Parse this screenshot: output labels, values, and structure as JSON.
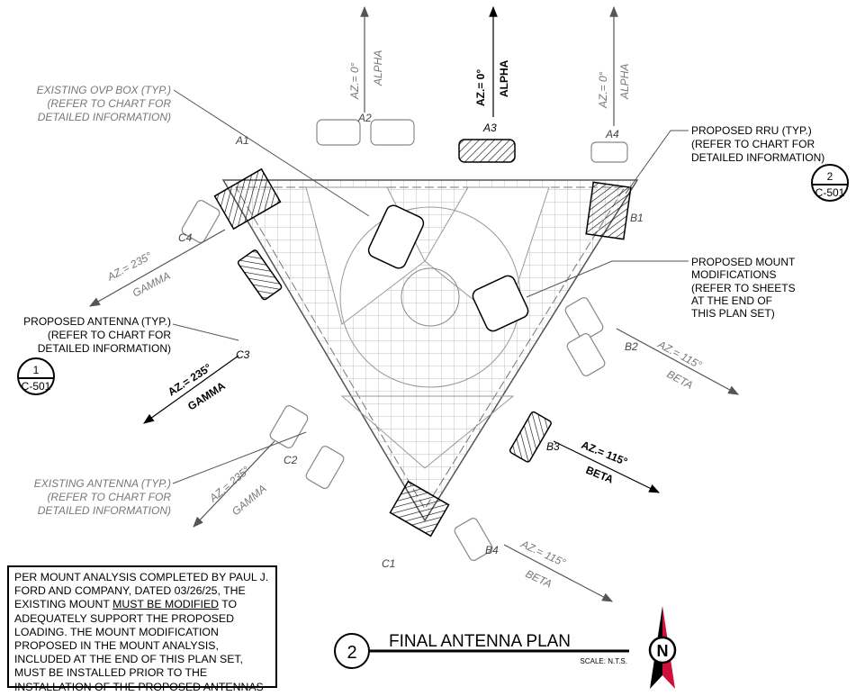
{
  "title": {
    "number": "2",
    "text": "FINAL ANTENNA PLAN",
    "scale": "SCALE: N.T.S."
  },
  "north": {
    "letter": "N",
    "colors": {
      "red": "#d0103a",
      "black": "#000000"
    }
  },
  "callouts": {
    "ovp": [
      "EXISTING OVP BOX (TYP.)",
      "(REFER TO CHART FOR",
      "DETAILED INFORMATION)"
    ],
    "rru": [
      "PROPOSED RRU (TYP.)",
      "(REFER TO CHART FOR",
      "DETAILED INFORMATION)"
    ],
    "mount": [
      "PROPOSED MOUNT",
      "MODIFICATIONS",
      "(REFER TO SHEETS",
      "AT THE END OF",
      "THIS PLAN SET)"
    ],
    "antenna": [
      "PROPOSED ANTENNA (TYP.)",
      "(REFER TO CHART FOR",
      "DETAILED INFORMATION)"
    ],
    "existing_antenna": [
      "EXISTING ANTENNA (TYP.)",
      "(REFER TO CHART FOR",
      "DETAILED INFORMATION)"
    ]
  },
  "detail_refs": [
    {
      "num": "2",
      "sheet": "C-501"
    },
    {
      "num": "1",
      "sheet": "C-501"
    }
  ],
  "positions": [
    "A1",
    "A2",
    "A3",
    "A4",
    "B1",
    "B2",
    "B3",
    "B4",
    "C1",
    "C2",
    "C3",
    "C4"
  ],
  "sectors": {
    "alpha": {
      "az": "AZ.= 0°",
      "name": "ALPHA"
    },
    "beta": {
      "az": "AZ.= 115°",
      "name": "BETA"
    },
    "gamma": {
      "az": "AZ.= 235°",
      "name": "GAMMA"
    }
  },
  "note": {
    "before": "PER MOUNT ANALYSIS COMPLETED BY PAUL J. FORD AND COMPANY, DATED 03/26/25, THE EXISTING MOUNT ",
    "underlined": "MUST BE MODIFIED",
    "after": " TO ADEQUATELY SUPPORT THE PROPOSED LOADING. THE MOUNT MODIFICATION PROPOSED IN THE MOUNT ANALYSIS, INCLUDED AT THE END OF THIS PLAN SET, MUST BE INSTALLED PRIOR TO THE INSTALLATION OF THE PROPOSED ANTENNAS AND OTHER EQUIPMENT."
  }
}
